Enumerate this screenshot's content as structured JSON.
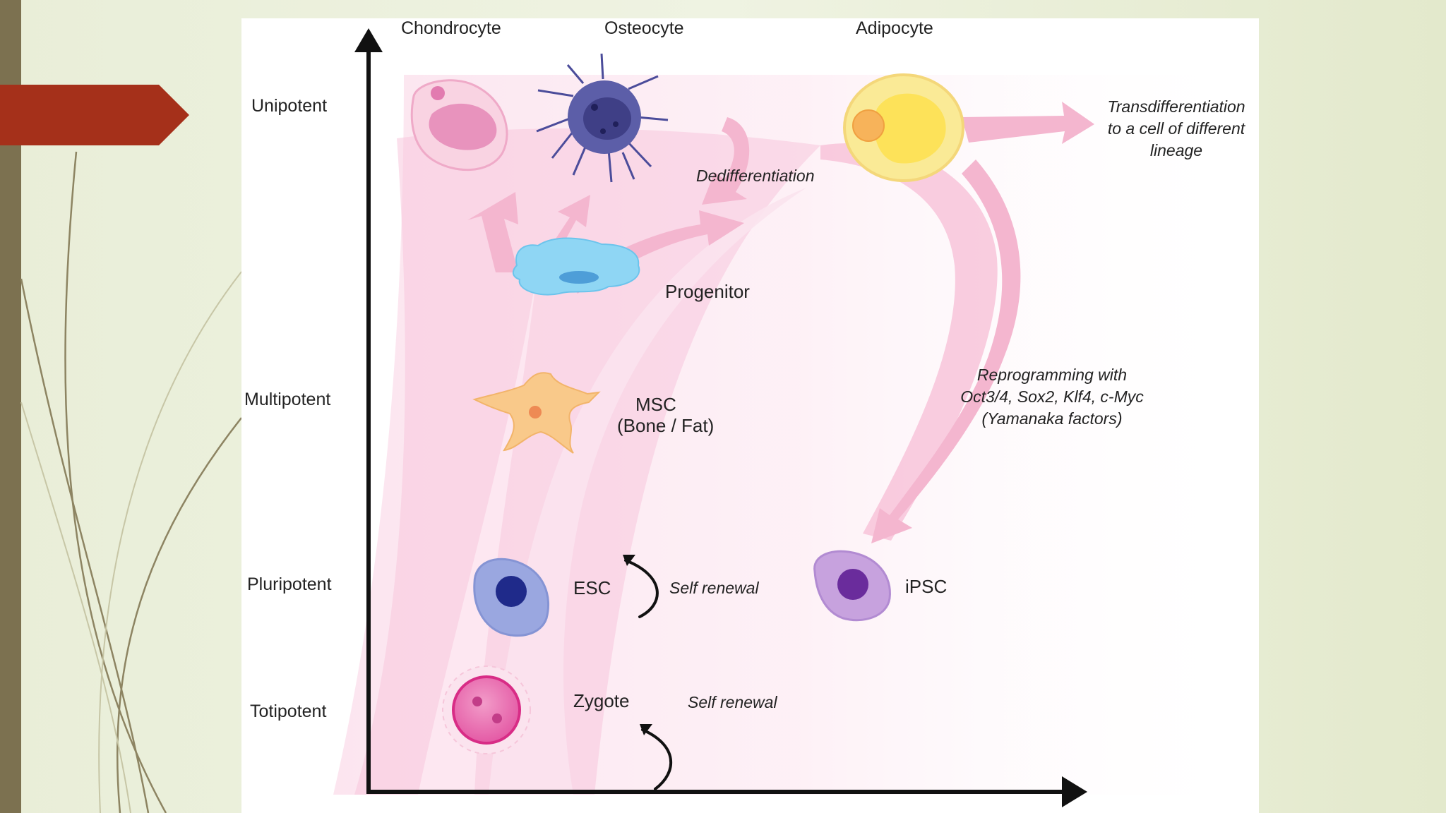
{
  "slide": {
    "accent_color": "#a5301a",
    "band_color": "#7c7150"
  },
  "diagram": {
    "levels": {
      "unipotent": "Unipotent",
      "multipotent": "Multipotent",
      "pluripotent": "Pluripotent",
      "totipotent": "Totipotent"
    },
    "cells": {
      "chondrocyte": "Chondrocyte",
      "osteocyte": "Osteocyte",
      "adipocyte": "Adipocyte",
      "progenitor": "Progenitor",
      "msc": "MSC",
      "msc_sub": "(Bone / Fat)",
      "esc": "ESC",
      "ipsc": "iPSC",
      "zygote": "Zygote"
    },
    "processes": {
      "dedifferentiation": "Dedifferentiation",
      "transdifferentiation_1": "Transdifferentiation",
      "transdifferentiation_2": "to a cell of different",
      "transdifferentiation_3": "lineage",
      "reprogramming_1": "Reprogramming with",
      "reprogramming_2": "Oct3/4, Sox2, Klf4, c-Myc",
      "reprogramming_3": "(Yamanaka factors)",
      "self_renewal_esc": "Self renewal",
      "self_renewal_zygote": "Self renewal"
    }
  }
}
